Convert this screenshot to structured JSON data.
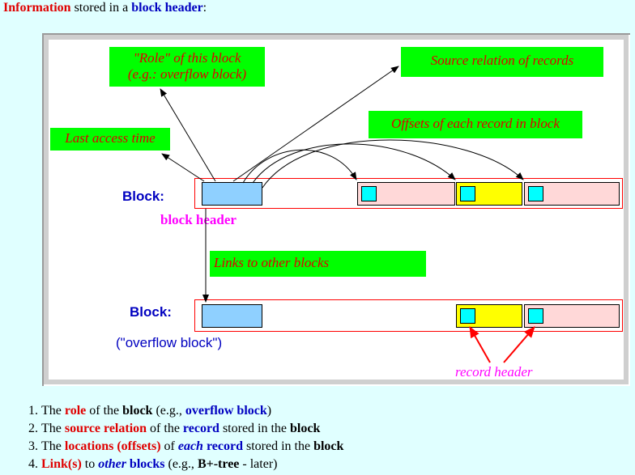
{
  "heading": {
    "part1": "Information",
    "part2": " stored in a ",
    "part3": "block header",
    "part4": ":"
  },
  "diagram": {
    "role_box": {
      "line1": "\"Role\" of this block",
      "line2": "(e.g.: overflow block)"
    },
    "source_box": "Source relation of records",
    "last_access_box": "Last access time",
    "offsets_box": "Offsets of each record in block",
    "links_box": "Links to other blocks",
    "block_label": "Block:",
    "block_header_label": "block header",
    "block2_label": "Block:",
    "overflow_label": "(\"overflow block\")",
    "record_header_label": "record header"
  },
  "list": [
    {
      "t1": "The ",
      "t2": "role",
      "t3": " of the ",
      "t4": "block",
      "t5": " (e.g., ",
      "t6": "overflow block",
      "t7": ")"
    },
    {
      "t1": "The ",
      "t2": "source relation",
      "t3": " of the ",
      "t4": "record",
      "t5": " stored in the ",
      "t6": "block"
    },
    {
      "t1": "The ",
      "t2": "locations (offsets)",
      "t3": " of ",
      "t4": "each",
      "t5": " ",
      "t6": "record",
      "t7": " stored in the ",
      "t8": "block"
    },
    {
      "t1": "Link(s)",
      "t2": " to ",
      "t3": "other",
      "t4": " ",
      "t5": "blocks",
      "t6": " (e.g., ",
      "t7": "B+-tree",
      "t8": " - later)"
    }
  ],
  "colors": {
    "background": "#e0ffff",
    "label_box": "#00ff00",
    "header_cell": "#8fd0ff",
    "record_pink": "#ffd8d8",
    "record_yellow": "#ffff00",
    "record_header": "#00ffff",
    "emphasis_red": "#e00000",
    "emphasis_blue": "#0000c0",
    "magenta": "#ff00ff"
  }
}
